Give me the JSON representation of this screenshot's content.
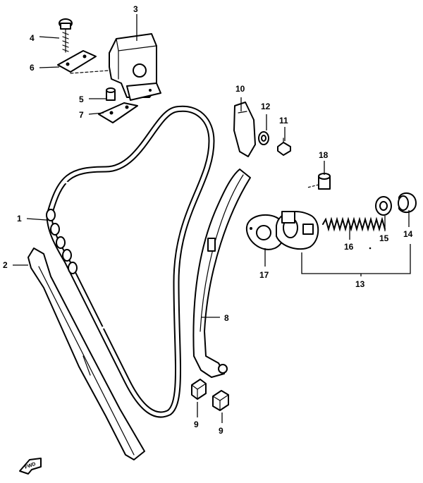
{
  "callouts": {
    "c1": "1",
    "c2": "2",
    "c3": "3",
    "c4": "4",
    "c5": "5",
    "c6": "6",
    "c7": "7",
    "c8": "8",
    "c9a": "9",
    "c9b": "9",
    "c10": "10",
    "c11": "11",
    "c12": "12",
    "c13": "13",
    "c14": "14",
    "c15": "15",
    "c16": "16",
    "c17": "17",
    "c18": "18"
  },
  "front_marker": "FWD",
  "colors": {
    "line": "#000000",
    "background": "#ffffff"
  }
}
